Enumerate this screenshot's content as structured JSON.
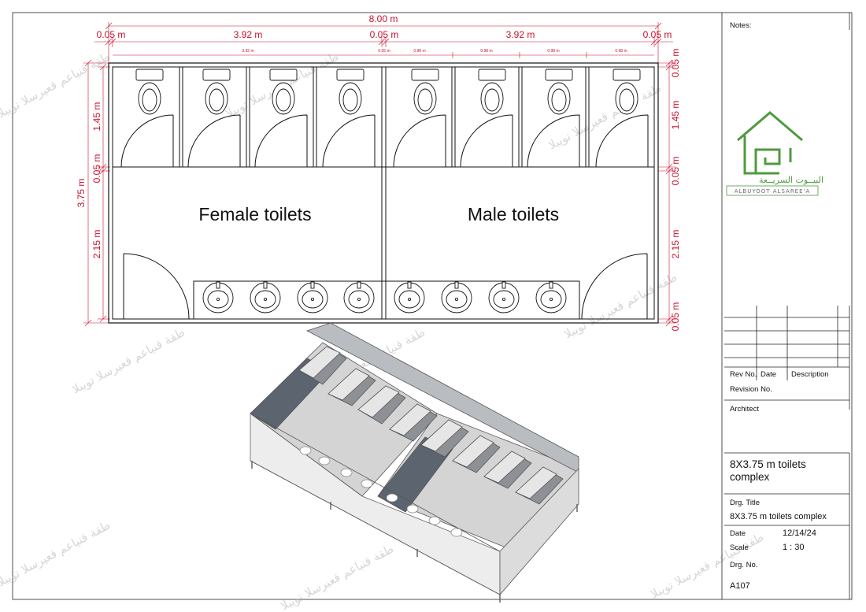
{
  "drawing": {
    "overall_width": "8.00 m",
    "top_dims": [
      "0.05 m",
      "3.92 m",
      "0.05 m",
      "3.92 m",
      "0.05 m"
    ],
    "sub_dims": [
      "3.92 m",
      "0.05 m",
      "0.98 m",
      "0.98 m",
      "0.98 m",
      "0.98 m"
    ],
    "left_height": "3.75 m",
    "left_dims": [
      "1.45 m",
      "0.05 m",
      "2.15 m"
    ],
    "right_dims": [
      "0.05 m",
      "1.45 m",
      "0.05 m",
      "2.15 m",
      "0.05 m"
    ],
    "rooms": {
      "left": "Female toilets",
      "right": "Male toilets"
    }
  },
  "logo": {
    "arabic": "البيــوت السريــعة",
    "latin": "ALBUYOOT ALSAREE'A"
  },
  "watermark": "طقة قنياعم  قعيرسلا تويبلا",
  "title_block": {
    "notes_label": "Notes:",
    "rev_no": "Rev No.",
    "date_col": "Date",
    "description": "Description",
    "revision_no": "Revision No.",
    "architect": "Architect",
    "project_title_line1": "8X3.75 m toilets",
    "project_title_line2": "complex",
    "drg_title_label": "Drg. Title",
    "drg_title_value": "8X3.75 m toilets complex",
    "date_label": "Date",
    "date_value": "12/14/24",
    "scale_label": "Scale",
    "scale_value": "1 : 30",
    "drg_no_label": "Drg. No.",
    "drg_no_value": "A107"
  },
  "colors": {
    "dimension": "#c8102e",
    "logo_green": "#4f9a3f"
  }
}
